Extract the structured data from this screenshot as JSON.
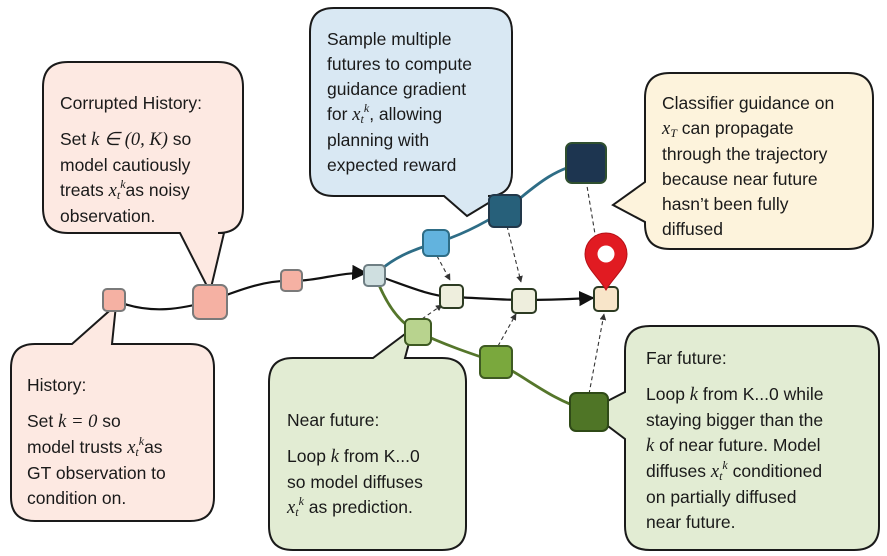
{
  "bubbles": {
    "corrupted": {
      "title": "Corrupted History:",
      "line1_pre": "Set ",
      "line1_math": "k ∈ (0, K)",
      "line1_post": " so",
      "line2": "model cautiously",
      "line3_pre": "treats ",
      "line3_post": "as noisy",
      "line4": "observation."
    },
    "sample": {
      "line1": "Sample multiple",
      "line2": "futures to compute",
      "line3": "guidance gradient",
      "line4_pre": "for ",
      "line4_post": ", allowing",
      "line5": "planning with",
      "line6": "expected reward"
    },
    "classifier": {
      "line1": "Classifier guidance on",
      "line2_post": " can propagate",
      "line3": "through the trajectory",
      "line4": "because near future",
      "line5": "hasn’t been fully",
      "line6": "diffused"
    },
    "history": {
      "title": "History:",
      "line1_pre": "Set ",
      "line1_math": "k = 0",
      "line1_post": " so",
      "line2_pre": "model trusts ",
      "line2_post": "as",
      "line3": "GT observation to",
      "line4": "condition on."
    },
    "near": {
      "title": "Near future:",
      "line1_pre": "Loop ",
      "line1_post": " from K...0",
      "line2": "so model diffuses",
      "line3_post": " as prediction."
    },
    "far": {
      "title": "Far future:",
      "line1_pre": "Loop ",
      "line1_post": " from K...0 while",
      "line2": "staying bigger than the",
      "line3_post": " of near future. Model",
      "line4_pre": "diffuses ",
      "line4_post": " conditioned",
      "line5": "on partially diffused",
      "line6": "near future."
    }
  },
  "math": {
    "k": "k",
    "x": "x",
    "sub_t": "t",
    "sub_T": "T",
    "sup_k": "k"
  },
  "colors": {
    "history_fill": "#fde9e2",
    "sample_fill": "#d9e8f3",
    "classifier_fill": "#fdf3dc",
    "near_far_fill": "#e2ecd3",
    "blue_path": "#2e6d86",
    "green_path": "#55762b",
    "marker_red": "#e11b22"
  },
  "icons": [
    "map-pin-icon"
  ]
}
